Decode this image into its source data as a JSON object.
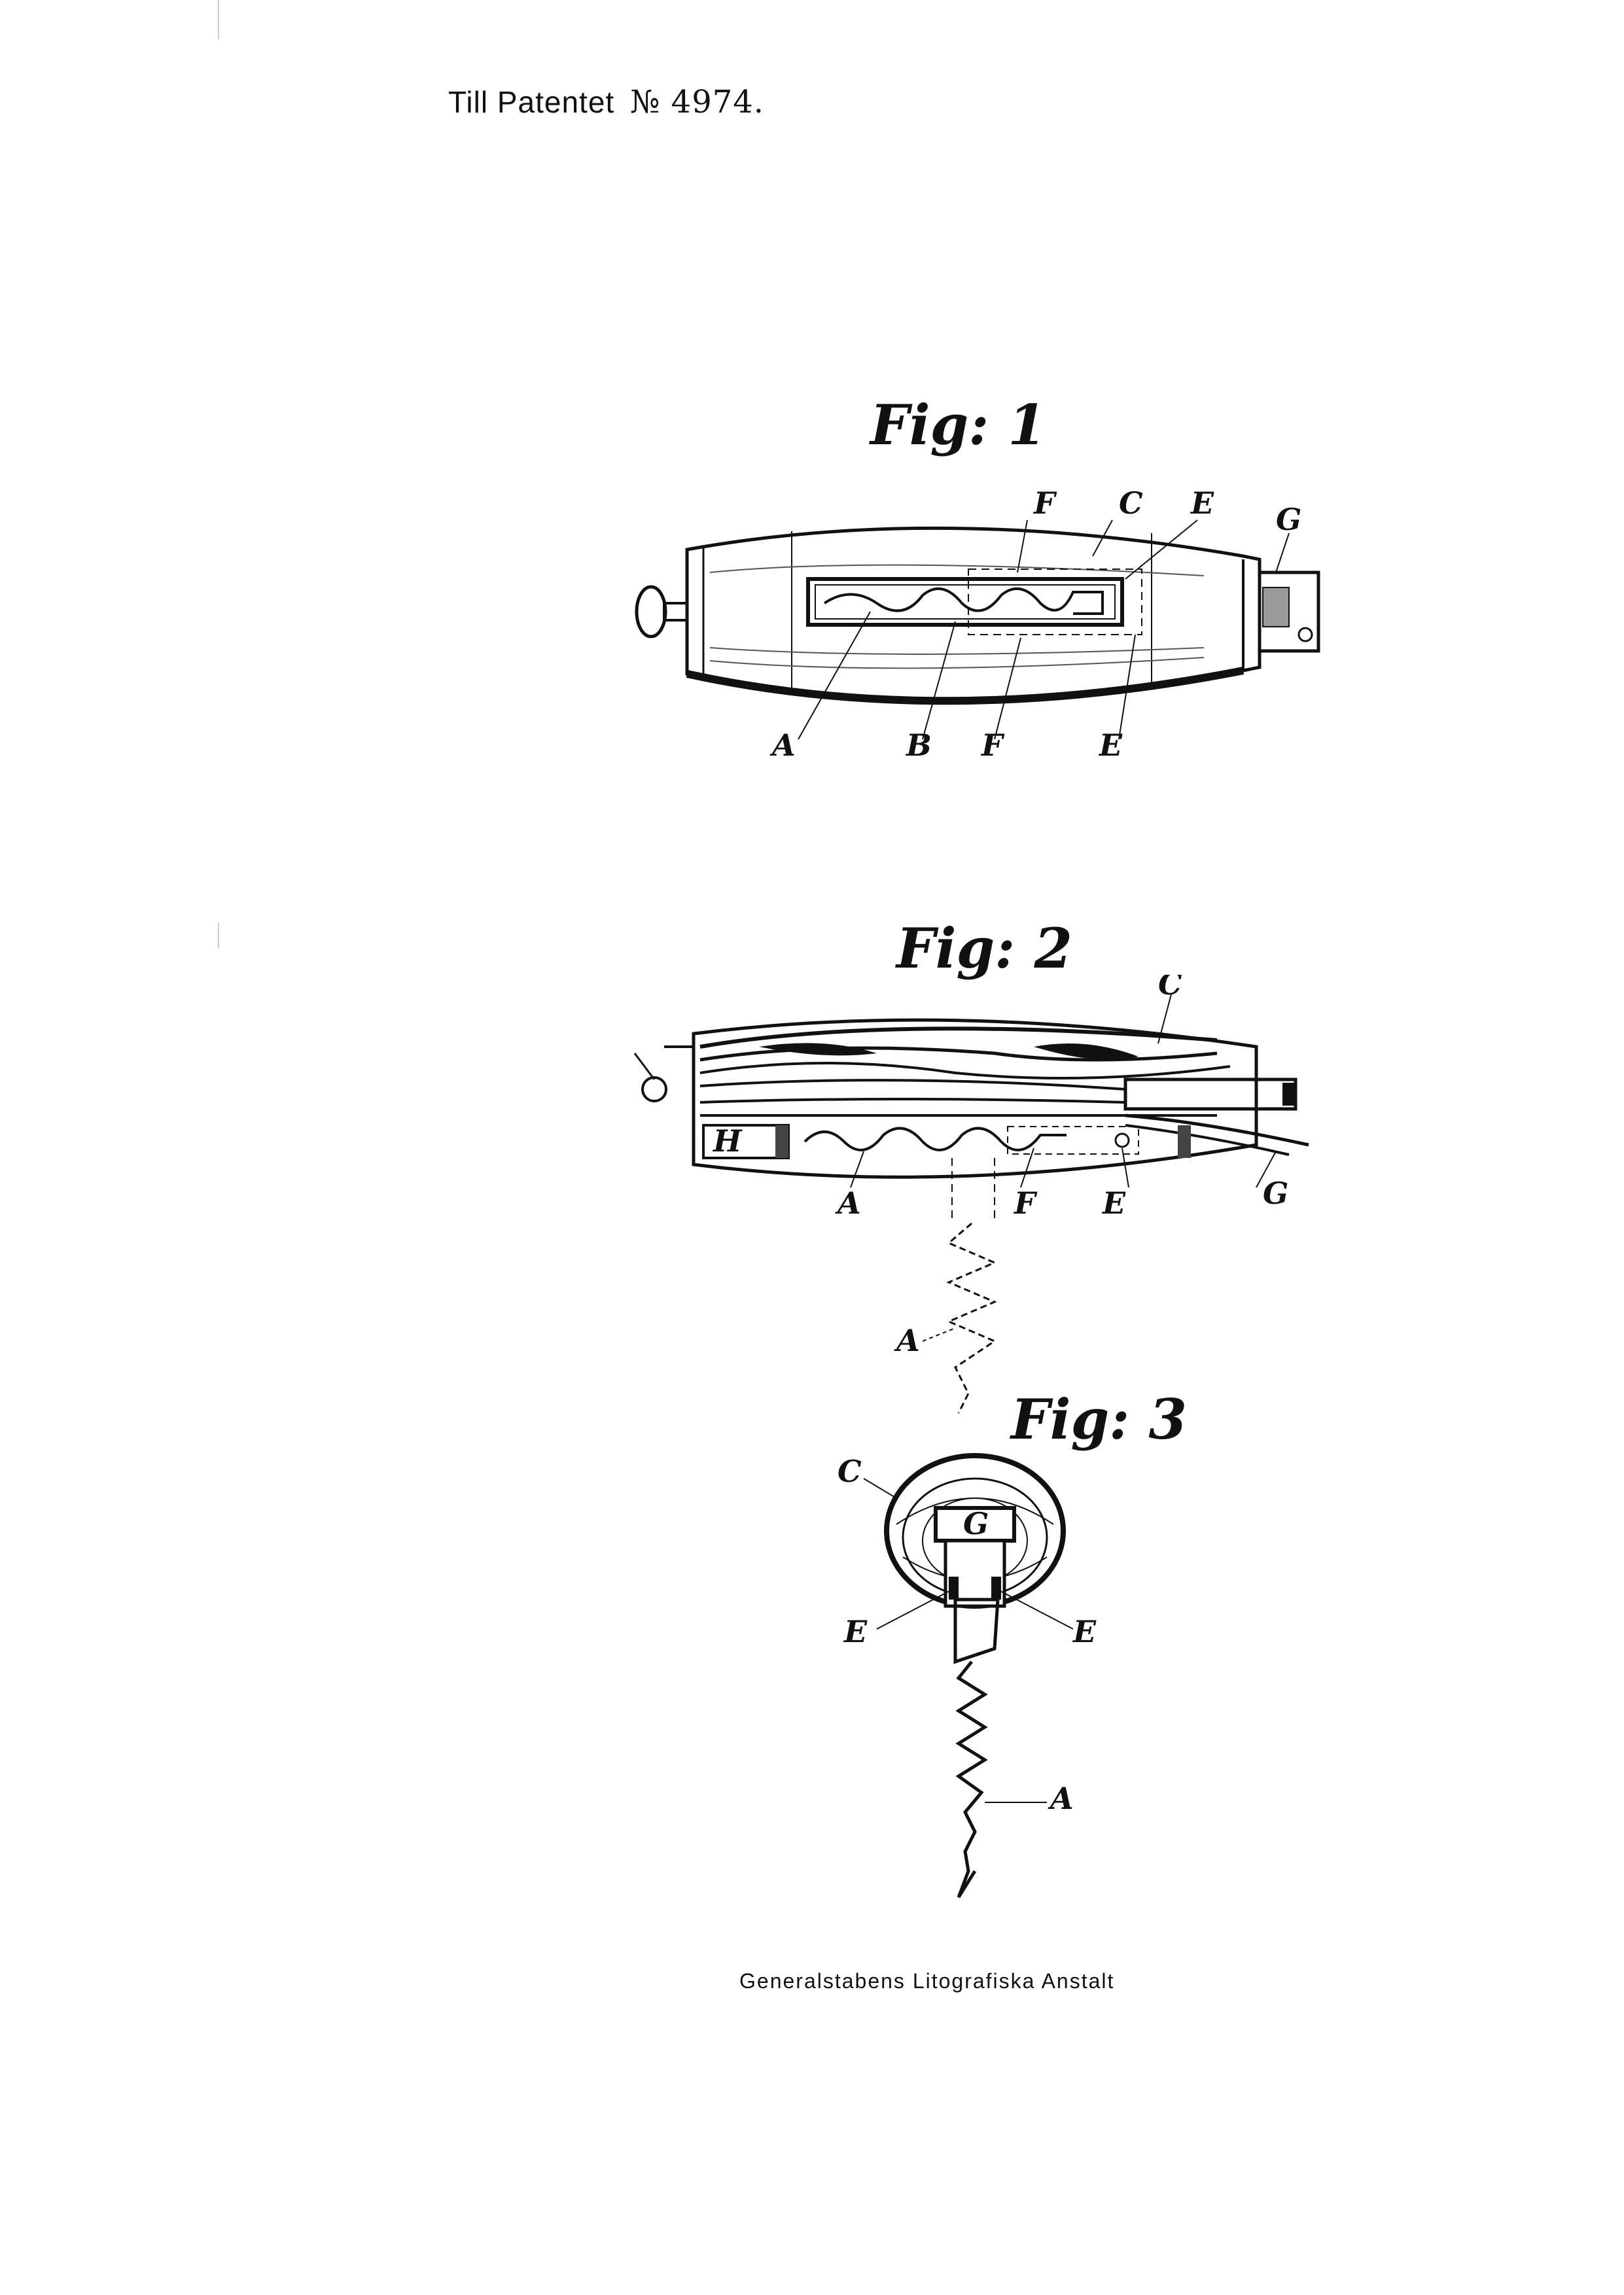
{
  "header": {
    "prefix": "Till Patentet",
    "number": "№ 4974."
  },
  "figures": [
    {
      "caption": "Fig: 1",
      "labels": {
        "F": "F",
        "C": "C",
        "E": "E",
        "G": "G",
        "A": "A",
        "B": "B"
      }
    },
    {
      "caption": "Fig: 2",
      "labels": {
        "C": "C",
        "H": "H",
        "A": "A",
        "F": "F",
        "E": "E",
        "G": "G",
        "A2": "A"
      }
    },
    {
      "caption": "Fig: 3",
      "labels": {
        "C": "C",
        "G": "G",
        "E1": "E",
        "E2": "E",
        "A": "A"
      }
    }
  ],
  "footer": {
    "text": "Generalstabens Litografiska Anstalt"
  }
}
